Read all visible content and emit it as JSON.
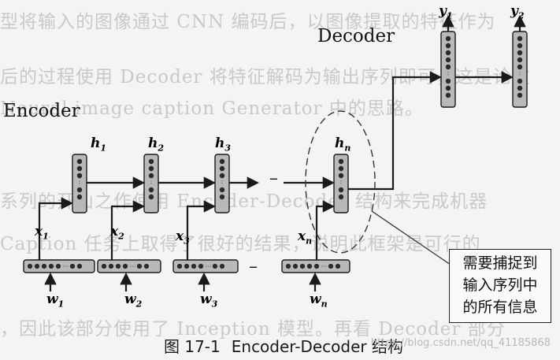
{
  "title": "",
  "labels": {
    "encoder": "Encoder",
    "decoder": "Decoder",
    "ellipsis": "–"
  },
  "hidden_states": [
    {
      "base": "h",
      "sub": "1"
    },
    {
      "base": "h",
      "sub": "2"
    },
    {
      "base": "h",
      "sub": "3"
    },
    {
      "base": "h",
      "sub": "n"
    }
  ],
  "inputs": [
    {
      "base": "x",
      "sub": "1"
    },
    {
      "base": "x",
      "sub": "2"
    },
    {
      "base": "x",
      "sub": "3"
    },
    {
      "base": "x",
      "sub": "n"
    }
  ],
  "words": [
    {
      "base": "w",
      "sub": "1"
    },
    {
      "base": "w",
      "sub": "2"
    },
    {
      "base": "w",
      "sub": "3"
    },
    {
      "base": "w",
      "sub": "n"
    }
  ],
  "outputs": [
    {
      "base": "y",
      "sub": "1"
    },
    {
      "base": "y",
      "sub": "2"
    }
  ],
  "callout": {
    "line1": "需要捕捉到",
    "line2": "输入序列中",
    "line3": "的所有信息"
  },
  "caption": {
    "number": "图 17-1",
    "text": "Encoder-Decoder 结构"
  },
  "watermark": "https://blog.csdn.net/qq_41185868",
  "colors": {
    "ink": "#1a1a1a",
    "block_fill": "#b9b9b9",
    "node_fill": "#2a2a2a",
    "background": "#f4f4f4"
  }
}
